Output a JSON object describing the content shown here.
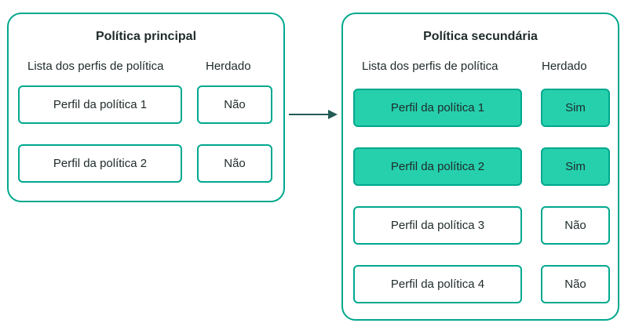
{
  "primary": {
    "title": "Política principal",
    "col1": "Lista dos perfis de política",
    "col2": "Herdado",
    "rows": [
      {
        "profile": "Perfil da política 1",
        "inherited": "Não"
      },
      {
        "profile": "Perfil da política 2",
        "inherited": "Não"
      }
    ]
  },
  "secondary": {
    "title": "Política secundária",
    "col1": "Lista dos perfis de política",
    "col2": "Herdado",
    "rows": [
      {
        "profile": "Perfil da política 1",
        "inherited": "Sim",
        "highlighted": true
      },
      {
        "profile": "Perfil da política 2",
        "inherited": "Sim",
        "highlighted": true
      },
      {
        "profile": "Perfil da política 3",
        "inherited": "Não"
      },
      {
        "profile": "Perfil da política 4",
        "inherited": "Não"
      }
    ]
  },
  "colors": {
    "border": "#00a88e",
    "highlight": "#26d0ad",
    "arrow": "#235c55"
  }
}
